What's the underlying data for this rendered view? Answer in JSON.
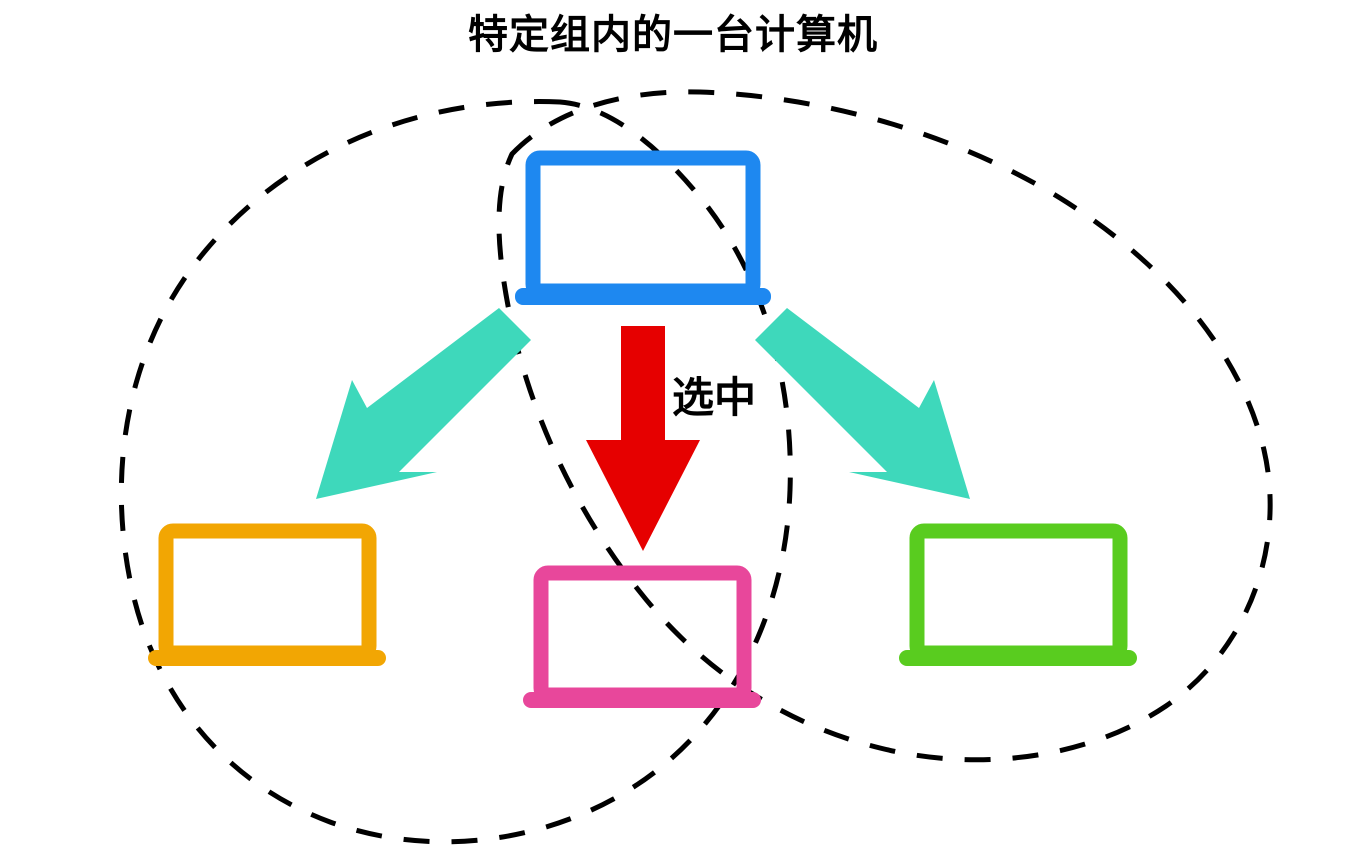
{
  "title": "特定组内的一台计算机",
  "labels": {
    "selected": "选中"
  },
  "colors": {
    "blue": "#1e88f0",
    "orange": "#f2a603",
    "pink": "#e8479b",
    "green": "#59cc1f",
    "teal": "#3ed8bb",
    "red": "#e60000",
    "outline": "#000000",
    "background": "#ffffff"
  },
  "group_boundary": {
    "style": "dashed",
    "stroke": "#000000",
    "stroke_width": 5,
    "dash": "26 22",
    "shapes": [
      {
        "name": "outer-group-region",
        "note": "large dashed closed curve enclosing all four computers"
      },
      {
        "name": "inner-group-region",
        "note": "second dashed closed curve overlapping the first, passing through the blue and pink computers"
      }
    ]
  },
  "computers": [
    {
      "name": "blue-computer",
      "color": "#1e88f0",
      "position": "top-center",
      "selected_source": true
    },
    {
      "name": "orange-computer",
      "color": "#f2a603",
      "position": "bottom-left",
      "selected_source": false
    },
    {
      "name": "pink-computer",
      "color": "#e8479b",
      "position": "bottom-center",
      "selected_source": false
    },
    {
      "name": "green-computer",
      "color": "#59cc1f",
      "position": "bottom-right",
      "selected_source": false
    }
  ],
  "arrows": [
    {
      "name": "arrow-to-orange",
      "color": "#3ed8bb",
      "from": "blue-computer",
      "to": "orange-computer",
      "label": ""
    },
    {
      "name": "arrow-to-pink",
      "color": "#e60000",
      "from": "blue-computer",
      "to": "pink-computer",
      "label": "选中"
    },
    {
      "name": "arrow-to-green",
      "color": "#3ed8bb",
      "from": "blue-computer",
      "to": "green-computer",
      "label": ""
    }
  ]
}
